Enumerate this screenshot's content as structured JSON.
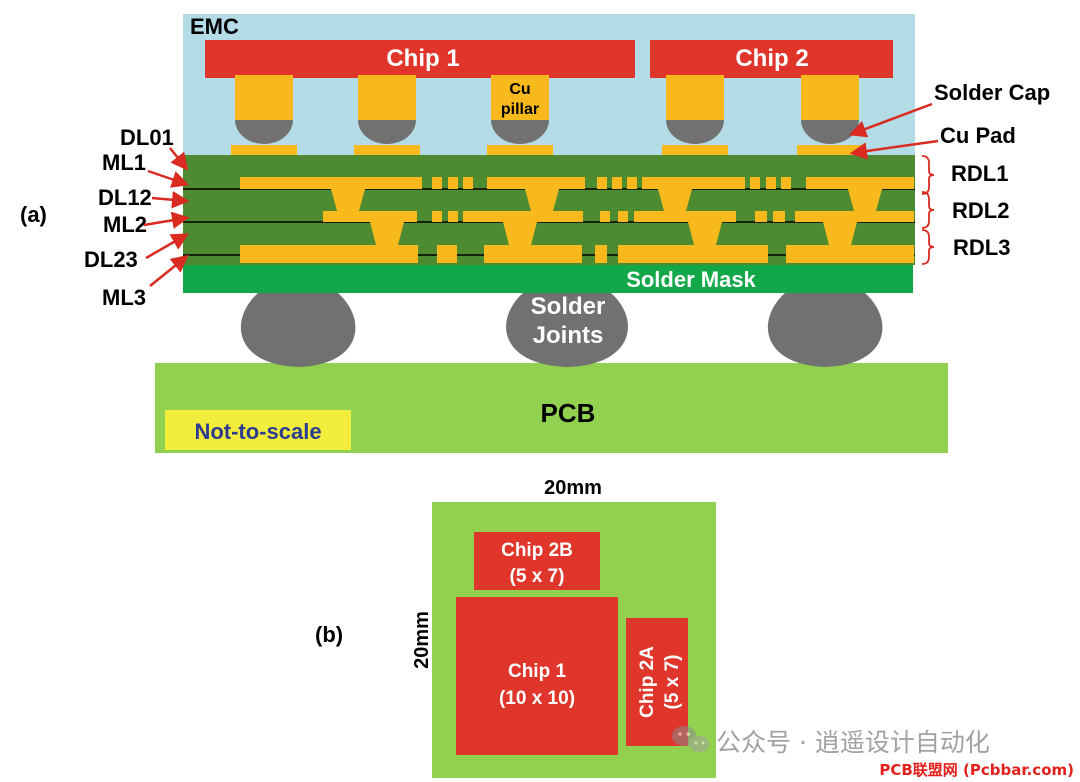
{
  "panel_a": {
    "tag": "(a)",
    "emc": "EMC",
    "chip1": "Chip 1",
    "chip2": "Chip 2",
    "cu_pillar": [
      "Cu",
      "pillar"
    ],
    "solder_cap": "Solder Cap",
    "cu_pad": "Cu Pad",
    "rdl_labels": [
      "RDL1",
      "RDL2",
      "RDL3"
    ],
    "layer_labels": [
      "DL01",
      "ML1",
      "DL12",
      "ML2",
      "DL23",
      "ML3"
    ],
    "solder_mask": "Solder Mask",
    "solder_joints": [
      "Solder",
      "Joints"
    ],
    "pcb": "PCB",
    "not_to_scale": "Not-to-scale"
  },
  "panel_b": {
    "tag": "(b)",
    "width_label": "20mm",
    "height_label": "20mm",
    "chip2b": [
      "Chip 2B",
      "(5 x 7)"
    ],
    "chip1": [
      "Chip 1",
      "(10 x 10)"
    ],
    "chip2a": [
      "Chip 2A",
      "(5 x 7)"
    ]
  },
  "watermark": {
    "wechat": "公众号 · 逍遥设计自动化",
    "site": "PCB联盟网 (Pcbbar.com)"
  },
  "colors": {
    "emc": "#b3dce6",
    "chip": "#e0352b",
    "copper": "#f7b91c",
    "dielectric": "#4e8a2f",
    "solder_mask": "#12a84a",
    "solder": "#717171",
    "pcb": "#92d050",
    "note": "#f2ed3c",
    "note_text": "#2c3d8f",
    "arrow": "#d92b20"
  }
}
